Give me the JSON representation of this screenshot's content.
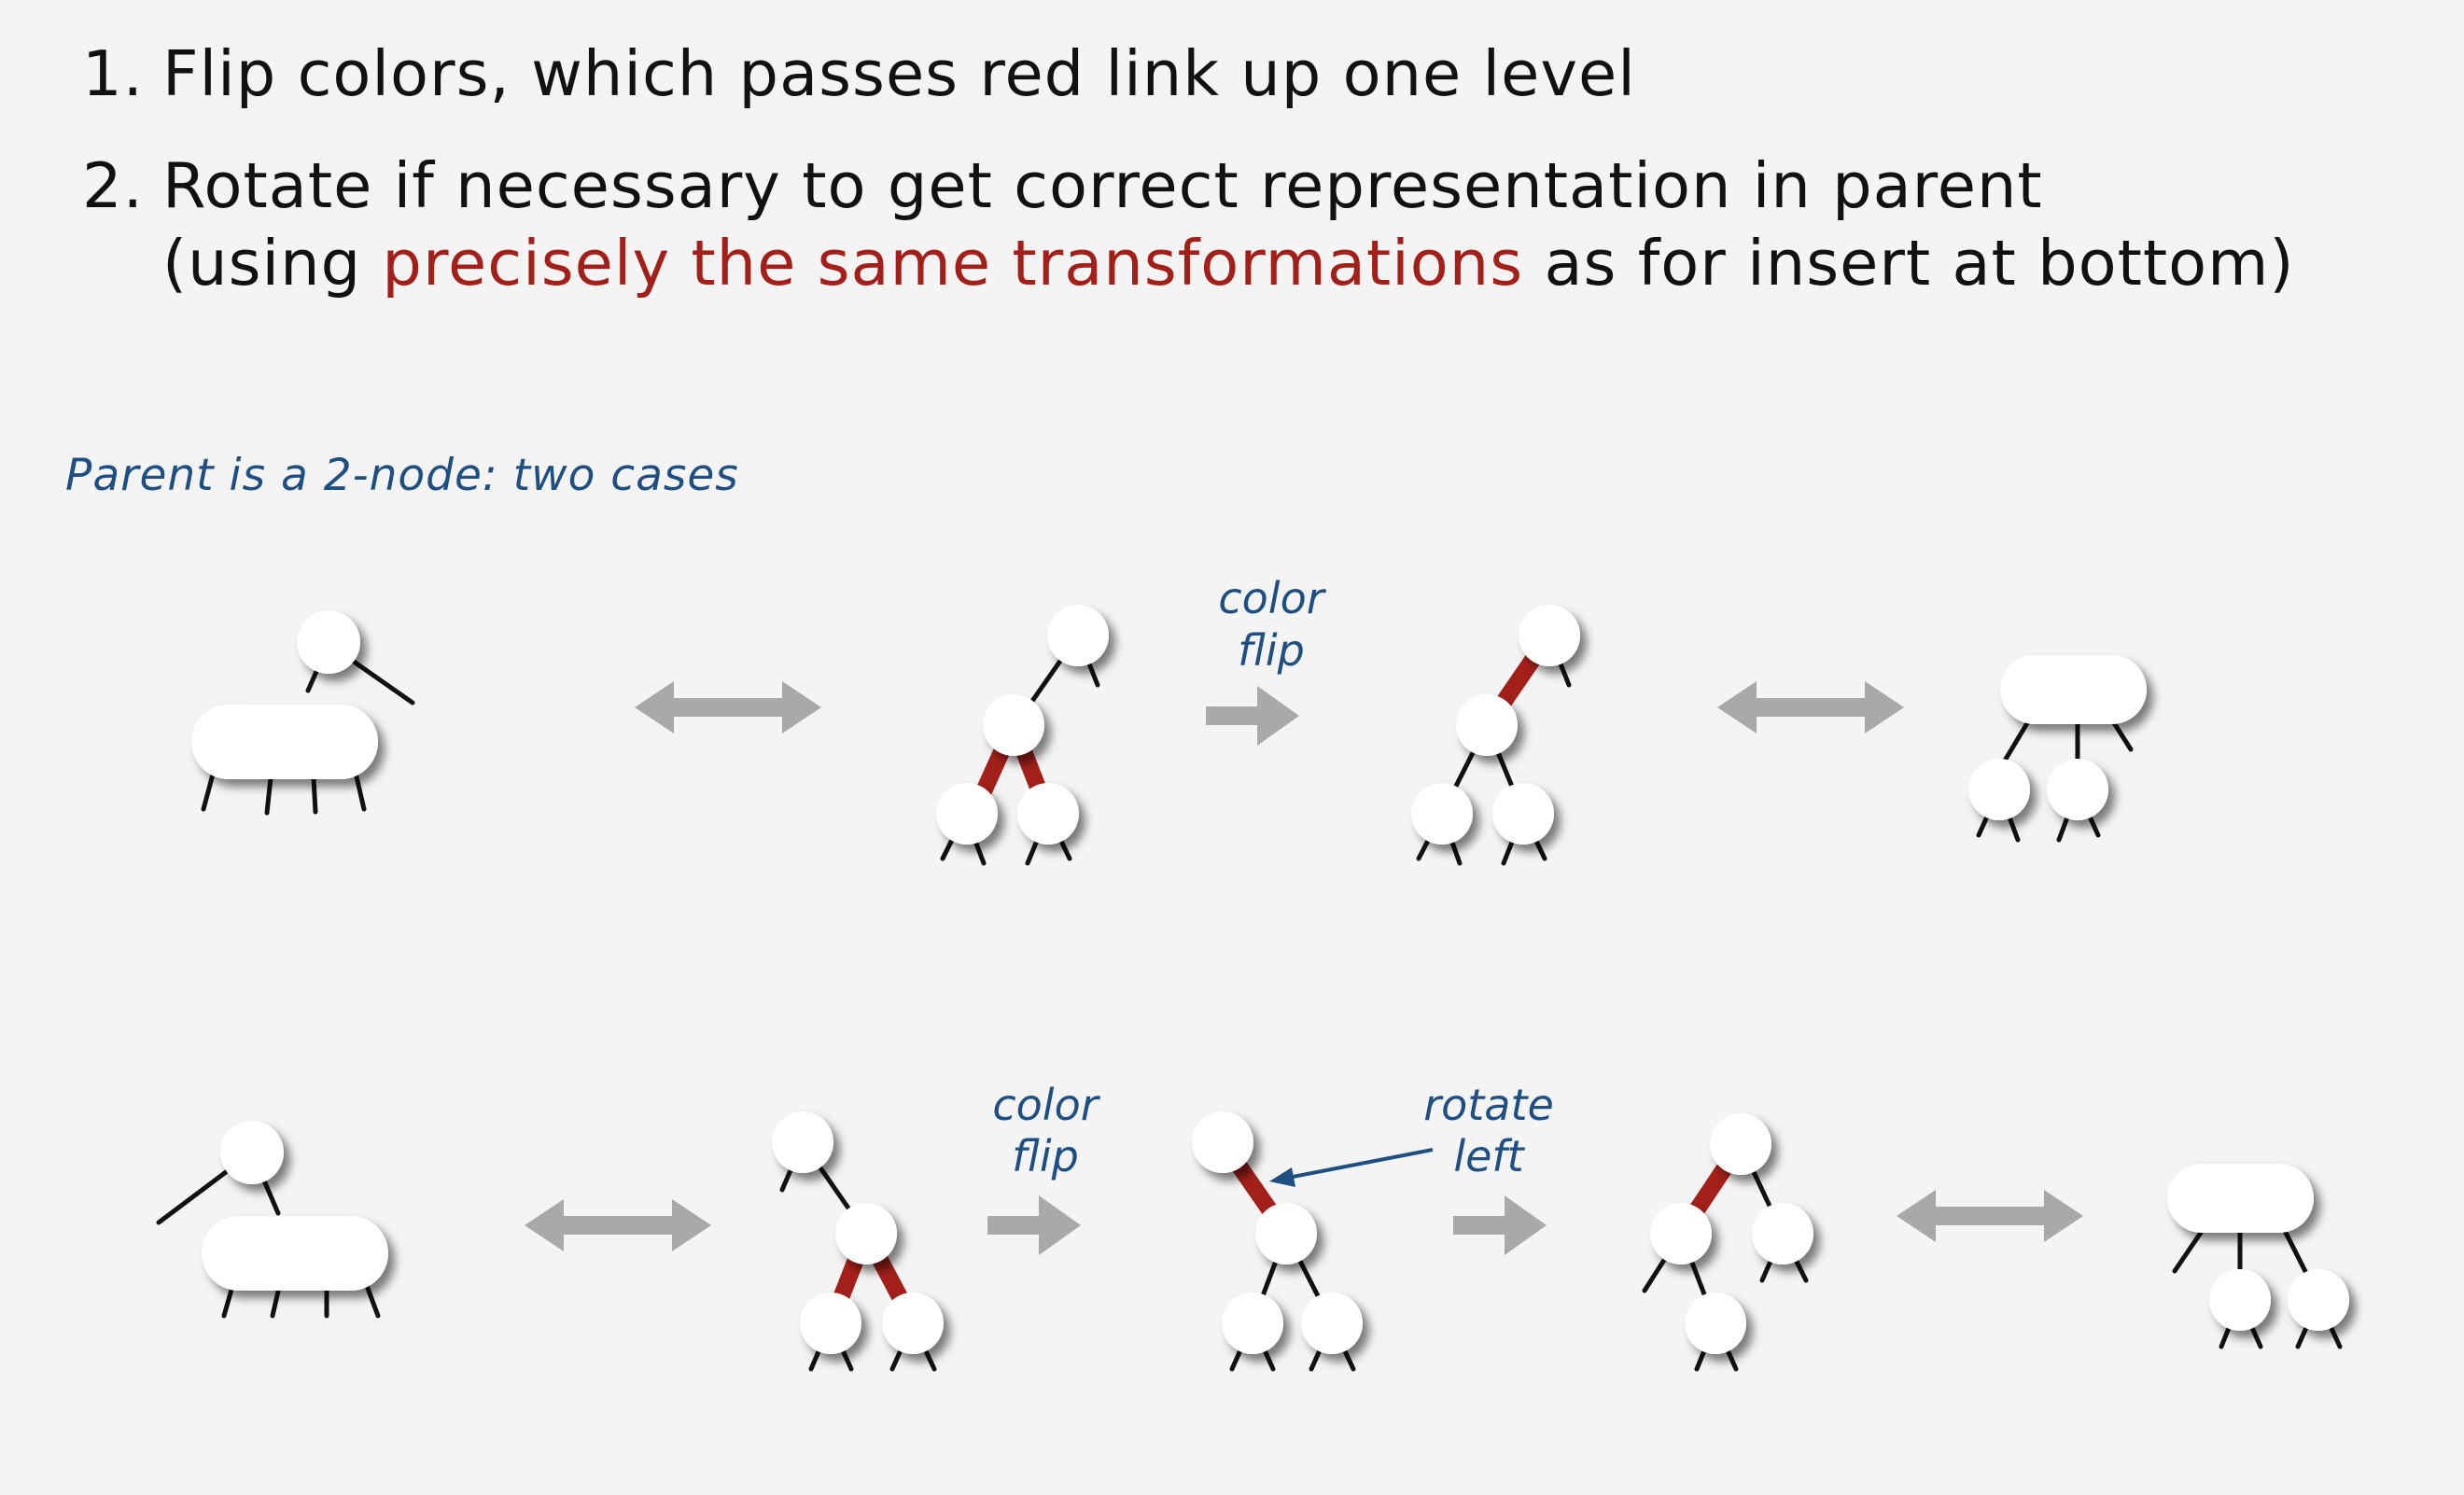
{
  "steps": [
    {
      "number": "1.",
      "text": "Flip colors, which passes red link up one level"
    },
    {
      "number": "2.",
      "text": "Rotate if necessary to get correct representation in parent"
    }
  ],
  "step2_detail": {
    "prefix": "(using ",
    "highlight": "precisely the same transformations",
    "suffix": " as for insert at bottom)"
  },
  "subtitle": "Parent is a 2-node:  two cases",
  "labels": {
    "color_flip_1a": "color",
    "color_flip_1b": "flip",
    "color_flip_2a": "color",
    "color_flip_2b": "flip",
    "rotate_a": "rotate",
    "rotate_b": "left"
  },
  "colors": {
    "red_link": "#a3201a",
    "label_blue": "#1f4f82",
    "arrow_gray": "#a9a9a9",
    "text": "#111111"
  }
}
